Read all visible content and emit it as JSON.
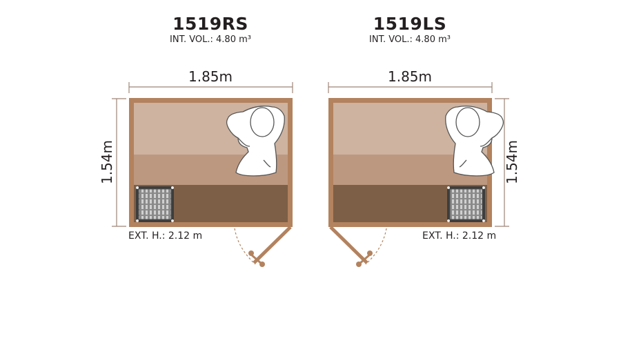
{
  "colors": {
    "wall": "#b3825e",
    "bench_upper": "#cdb3a0",
    "bench_lower": "#bd9880",
    "floor": "#7d5f47",
    "dim_line": "#9e8577",
    "text": "#231f20",
    "heater": "#6a6a6a"
  },
  "models": [
    {
      "name": "1519RS",
      "int_vol": "INT. VOL.: 4.80 m³",
      "width_label": "1.85m",
      "depth_label": "1.54m",
      "ext_height": "EXT. H.: 2.12 m",
      "heater_side": "left",
      "door_side": "right",
      "person_side": "right"
    },
    {
      "name": "1519LS",
      "int_vol": "INT. VOL.: 4.80 m³",
      "width_label": "1.85m",
      "depth_label": "1.54m",
      "ext_height": "EXT. H.: 2.12 m",
      "heater_side": "right",
      "door_side": "left",
      "person_side": "left"
    }
  ]
}
